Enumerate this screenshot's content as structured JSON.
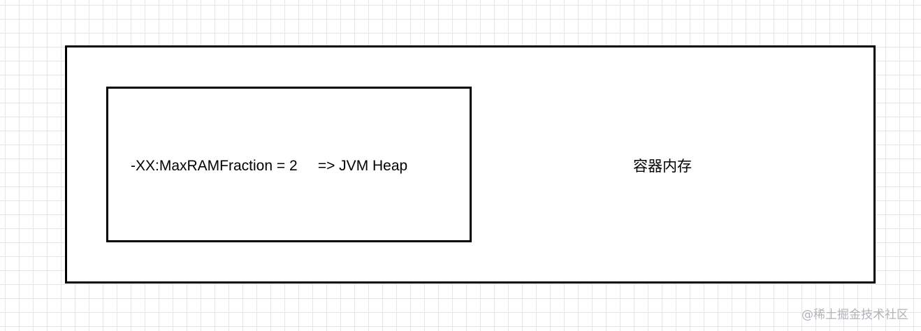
{
  "diagram": {
    "inner_box_label": "-XX:MaxRAMFraction = 2     => JVM Heap",
    "outer_box_label": "容器内存"
  },
  "watermark": {
    "text": "@稀土掘金技术社区"
  }
}
